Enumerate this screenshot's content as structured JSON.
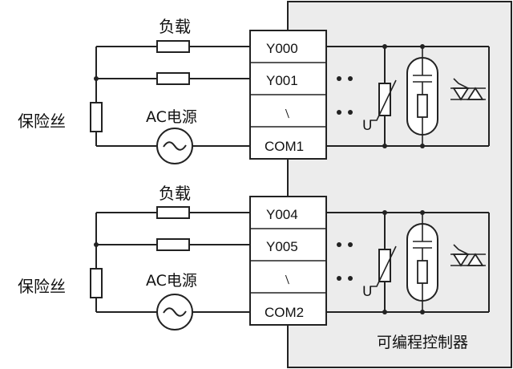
{
  "controller": {
    "label": "可编程控制器",
    "fill": "#ececec"
  },
  "groups": [
    {
      "load_label": "负载",
      "fuse_label": "保险丝",
      "source_label": "AC电源",
      "terminals": [
        "Y000",
        "Y001",
        "﹨",
        "COM1"
      ],
      "varistor_label": "U"
    },
    {
      "load_label": "负载",
      "fuse_label": "保险丝",
      "source_label": "AC电源",
      "terminals": [
        "Y004",
        "Y005",
        "﹨",
        "COM2"
      ],
      "varistor_label": "U"
    }
  ],
  "colors": {
    "line": "#222222",
    "background": "#ffffff"
  }
}
